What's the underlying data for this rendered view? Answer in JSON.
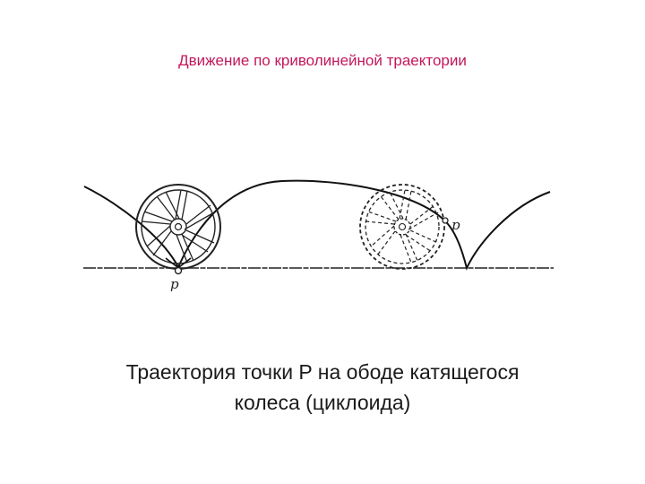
{
  "title": "Движение по криволинейной траектории",
  "caption": {
    "line1": "Траектория точки P на ободе катящегося",
    "line2": "колеса (циклоида)"
  },
  "diagram": {
    "point_label_left": "p",
    "point_label_right": "p"
  },
  "colors": {
    "title": "#c2185b",
    "ink": "#1a1a1a"
  }
}
